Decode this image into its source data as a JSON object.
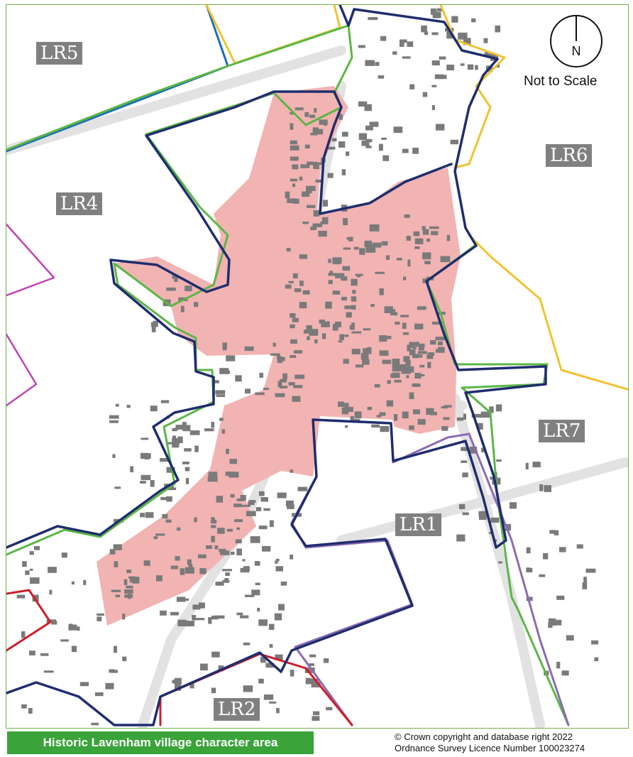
{
  "map": {
    "compass_letter": "N",
    "scale_note": "Not to Scale",
    "labels": {
      "lr1": "LR1",
      "lr2": "LR2",
      "lr4": "LR4",
      "lr5": "LR5",
      "lr6": "LR6",
      "lr7": "LR7"
    },
    "colors": {
      "character_area_fill": "#f2b3b3",
      "village_boundary": "#1f2d6e",
      "green_boundary": "#5cb645",
      "blue_boundary": "#1a6fb5",
      "yellow_boundary": "#f2c230",
      "purple_boundary": "#8b6bb3",
      "red_boundary": "#cc1f2a",
      "magenta_boundary": "#c043b3",
      "buildings": "#7a7a7a",
      "label_background": "#808080",
      "legend_background": "#3aa33a"
    }
  },
  "footer": {
    "legend_title": "Historic Lavenham village character area",
    "copyright_line1": "© Crown copyright and database right 2022",
    "copyright_line2": "Ordnance Survey Licence Number 100023274"
  }
}
